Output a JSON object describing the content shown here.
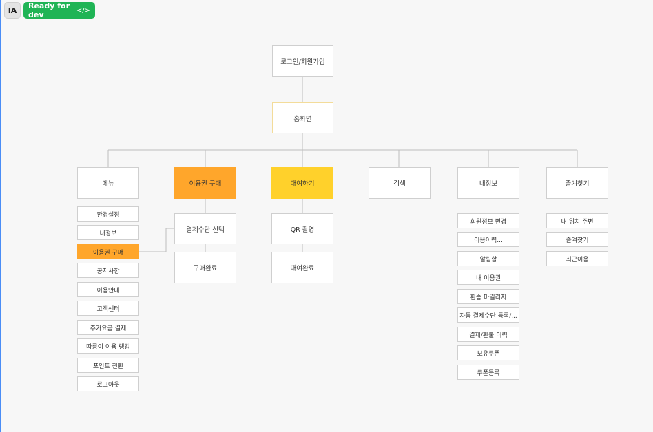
{
  "header": {
    "ia_badge": "IA",
    "status_badge": "Ready for dev",
    "status_icon": "</>",
    "status_color": "#1fb455"
  },
  "colors": {
    "highlight_orange": "#ffa62b",
    "highlight_yellow": "#ffd12b",
    "home_border": "#f3dc9a"
  },
  "diagram": {
    "login": "로그인/회원가입",
    "home": "홈화면",
    "sections": {
      "menu": {
        "label": "메뉴",
        "items": [
          "환경설정",
          "내정보",
          "이용권 구매",
          "공지사항",
          "이용안내",
          "고객센터",
          "추가요금 결제",
          "따릉이 이용 랭킹",
          "포인트 전환",
          "로그아웃"
        ]
      },
      "ticket": {
        "label": "이용권 구매",
        "steps": [
          "결제수단 선택",
          "구매완료"
        ]
      },
      "rental": {
        "label": "대여하기",
        "steps": [
          "QR 촬영",
          "대여완료"
        ]
      },
      "search": {
        "label": "검색"
      },
      "myinfo": {
        "label": "내정보",
        "items": [
          "회원정보 변경",
          "이용이력...",
          "알림함",
          "내 이용권",
          "환승 마일리지",
          "자동 결제수단 등록/...",
          "결제/환불 이력",
          "보유쿠폰",
          "쿠폰등록"
        ]
      },
      "favorites": {
        "label": "즐겨찾기",
        "items": [
          "내 위치 주변",
          "즐겨찾기",
          "최근이용"
        ]
      }
    }
  }
}
